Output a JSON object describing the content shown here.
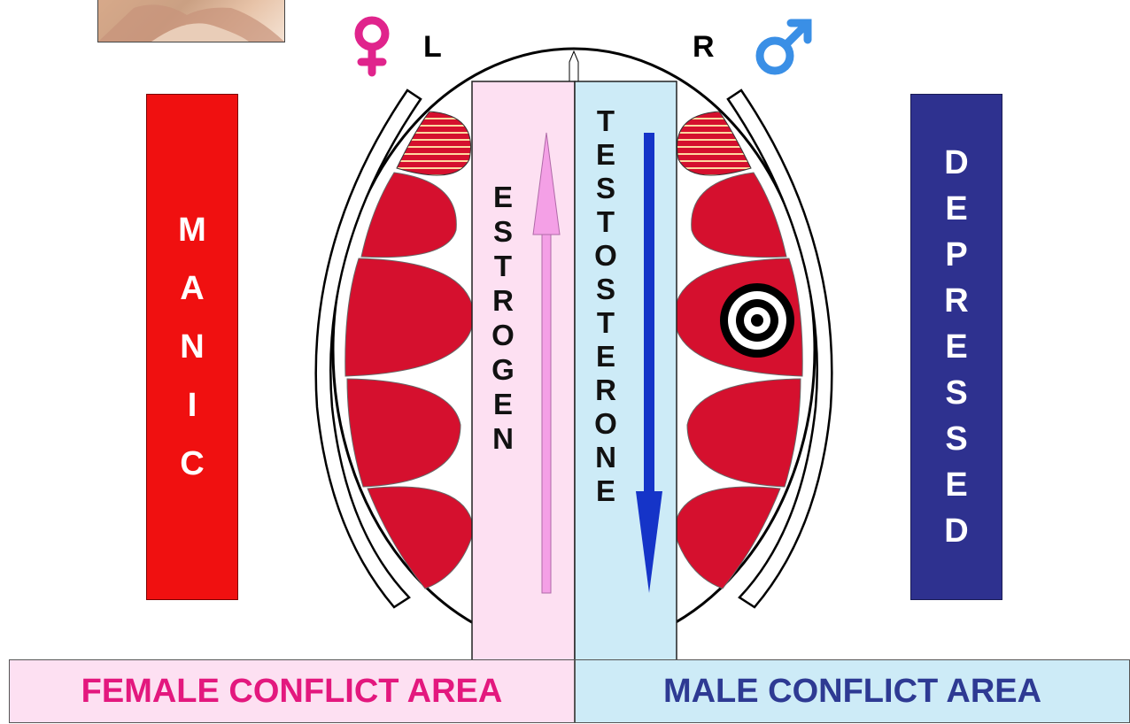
{
  "left_bar": {
    "letters": [
      "M",
      "A",
      "N",
      "I",
      "C"
    ],
    "color": "#f01010"
  },
  "right_bar": {
    "letters": [
      "D",
      "E",
      "P",
      "R",
      "E",
      "S",
      "S",
      "E",
      "D"
    ],
    "color": "#2e318f"
  },
  "estrogen": {
    "letters": [
      "E",
      "S",
      "T",
      "R",
      "O",
      "G",
      "E",
      "N"
    ],
    "column_color": "#fde0f2",
    "arrow_color": "#f4a0e6"
  },
  "testosterone": {
    "letters": [
      "T",
      "E",
      "S",
      "T",
      "O",
      "S",
      "T",
      "E",
      "R",
      "O",
      "N",
      "E"
    ],
    "column_color": "#cdebf7",
    "arrow_color": "#1534c8"
  },
  "side_labels": {
    "left": "L",
    "right": "R"
  },
  "symbols": {
    "female": "female-symbol-icon",
    "male": "male-symbol-icon",
    "female_color": "#e0248c",
    "male_color": "#3a8fe6"
  },
  "bottom": {
    "female_area": "FEMALE CONFLICT AREA",
    "male_area": "MALE CONFLICT AREA"
  },
  "lobe_color": "#d5102e",
  "target_icon": "target-icon"
}
